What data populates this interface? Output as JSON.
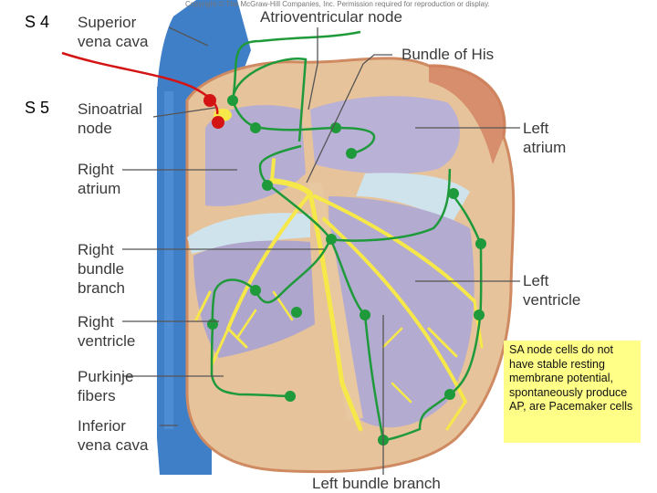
{
  "copyright": "Copyright © The McGraw-Hill Companies, Inc. Permission required for reproduction or display.",
  "slide_marks": {
    "s4": "S 4",
    "s5": "S 5"
  },
  "labels": {
    "svc": [
      "Superior",
      "vena cava"
    ],
    "av_node": "Atrioventricular node",
    "his": "Bundle of His",
    "sa_node": [
      "Sinoatrial",
      "node"
    ],
    "left_atrium": [
      "Left",
      "atrium"
    ],
    "right_atrium": [
      "Right",
      "atrium"
    ],
    "right_bundle": [
      "Right",
      "bundle",
      "branch"
    ],
    "left_ventricle": [
      "Left",
      "ventricle"
    ],
    "right_ventricle": [
      "Right",
      "ventricle"
    ],
    "purkinje": [
      "Purkinje",
      "fibers"
    ],
    "ivc": [
      "Inferior",
      "vena cava"
    ],
    "left_bundle": "Left bundle branch"
  },
  "note": "SA node cells do not have stable resting membrane potential, spontaneously produce AP, are Pacemaker cells",
  "colors": {
    "vein": "#3f7fc8",
    "tissue": "#e9c9a0",
    "chamber": "#b6aed2",
    "conduction": "#f7e84a",
    "annotation_green": "#1e9a3a",
    "annotation_red": "#d41414",
    "note_bg": "#ffff88"
  }
}
